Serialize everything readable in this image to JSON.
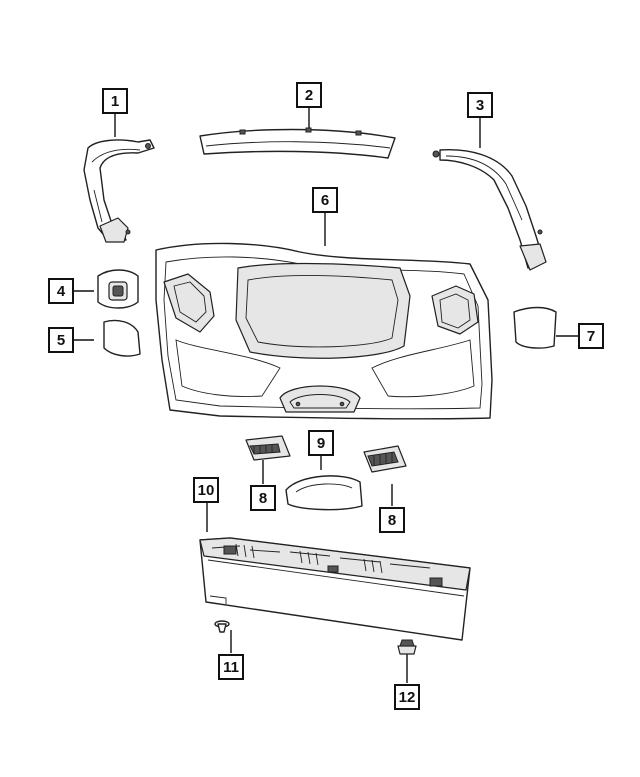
{
  "callouts": [
    "1",
    "2",
    "3",
    "4",
    "5",
    "6",
    "7",
    "8",
    "8",
    "9",
    "10",
    "11",
    "12"
  ],
  "colors": {
    "line": "#222222",
    "fill": "#ffffff",
    "shade": "#e6e6e6",
    "dark": "#555555"
  }
}
